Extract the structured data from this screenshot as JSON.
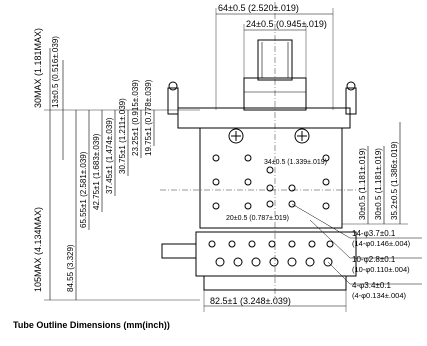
{
  "caption": "Tube Outline Dimensions (mm(inch))",
  "dims": {
    "top_width": "64±0.5 (2.520±.019)",
    "top_inner": "24±0.5 (0.945±.019)",
    "left_30max": "30MAX (1.181MAX)",
    "left_13": "13±0.5 (0.516±.039)",
    "left_105max": "105MAX (4.134MAX)",
    "left_8455": "84.55 (3.329)",
    "left_6555": "65.55±1 (2.581±.039)",
    "left_4275": "42.75±1 (1.683±.039)",
    "left_3745": "37.45±1 (1.474±.039)",
    "left_3075": "30.75±1 (1.211±.039)",
    "left_2325": "23.25±1 (0.915±.039)",
    "left_1975": "19.75±1 (0.778±.039)",
    "mid_34": "34±0.5 (1.339±.019)",
    "mid_20": "20±0.5 (0.787±.019)",
    "right_30": "30±0.5 (1.181±.019)",
    "right_30b": "30±0.5 (1.181±.019)",
    "right_352": "35.2±0.5 (1.386±.019)",
    "hole_14": "14-φ3.7±0.1",
    "hole_14b": "(14-φ0.146±.004)",
    "hole_10": "10-φ2.8±0.1",
    "hole_10b": "(10-φ0.110±.004)",
    "hole_4": "4-φ3.4±0.1",
    "hole_4b": "(4-φ0.134±.004)",
    "bottom_width": "82.5±1 (3.248±.039)"
  }
}
